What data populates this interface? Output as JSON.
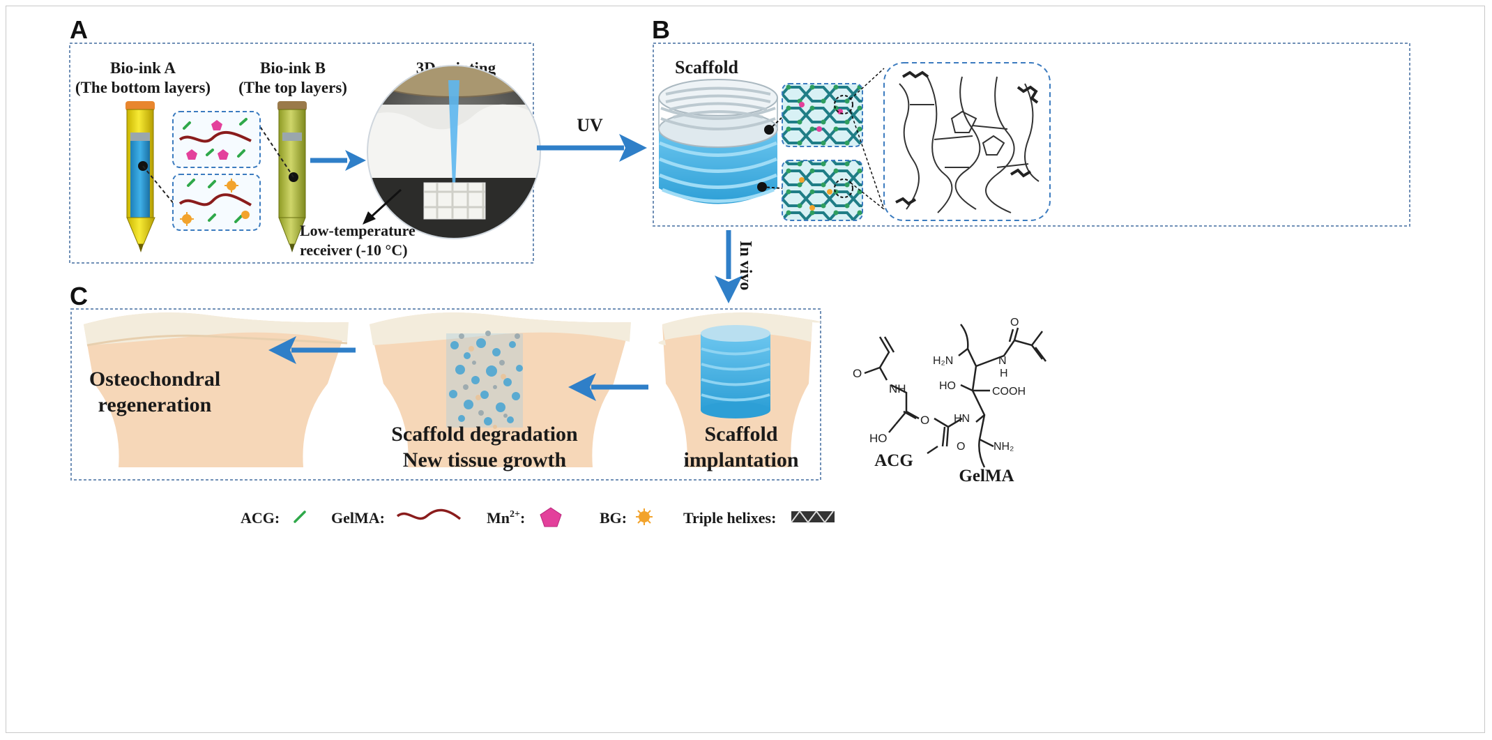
{
  "panels": {
    "a": "A",
    "b": "B",
    "c": "C"
  },
  "panel_a": {
    "bioink_a_line1": "Bio-ink A",
    "bioink_a_line2": "(The bottom layers)",
    "bioink_b_line1": "Bio-ink B",
    "bioink_b_line2": "(The top layers)",
    "printing": "3D  printing",
    "receiver_line1": "Low-temperature",
    "receiver_line2": "receiver (-10  °C)"
  },
  "uv": "UV",
  "panel_b": {
    "scaffold": "Scaffold"
  },
  "in_vivo": "In vivo",
  "panel_c": {
    "regen_line1": "Osteochondral",
    "regen_line2": "regeneration",
    "degrade_line1": "Scaffold degradation",
    "degrade_line2": "New  tissue growth",
    "implant_line1": "Scaffold",
    "implant_line2": "implantation"
  },
  "chem": {
    "acg_name": "ACG",
    "gelma_name": "GelMA",
    "o": "O",
    "nh": "NH",
    "ho": "HO",
    "h2n": "H₂N",
    "n": "N",
    "h": "H",
    "cooh": "COOH",
    "hn": "HN",
    "nh2": "NH₂"
  },
  "legend": {
    "acg": "ACG:",
    "gelma": "GelMA:",
    "mn_base": "Mn",
    "mn_sup": "2+",
    "mn_colon": ":",
    "bg": "BG:",
    "triple": "Triple helixes:"
  },
  "colors": {
    "arrow": "#2f7fc8",
    "panel_border": "#6f8fb6",
    "bone": "#f6d7b8",
    "cartilage": "#f3ecdc",
    "scaffold_blue": "#43aee0",
    "gelma_strand": "#8a1c1c",
    "mn_pink": "#e3409b",
    "bg_orange": "#f2a32c",
    "acg_green": "#2fa84a",
    "dot_border": "#3b7bbf",
    "network_green": "#2e9e5f",
    "network_teal": "#1f8e9b"
  }
}
